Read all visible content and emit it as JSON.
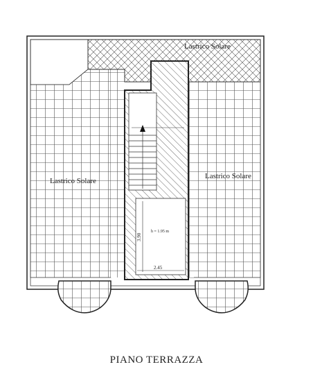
{
  "plan": {
    "title": "PIANO TERRAZZA",
    "labels": {
      "lastrico_top": "Lastrico Solare",
      "lastrico_left": "Lastrico Solare",
      "lastrico_right": "Lastrico Solare"
    },
    "dimensions": {
      "height_vertical": "3.90",
      "height_room": "h = 1.95 m",
      "width_bottom": "2.45"
    },
    "colors": {
      "line": "#222222",
      "background": "#ffffff"
    }
  }
}
